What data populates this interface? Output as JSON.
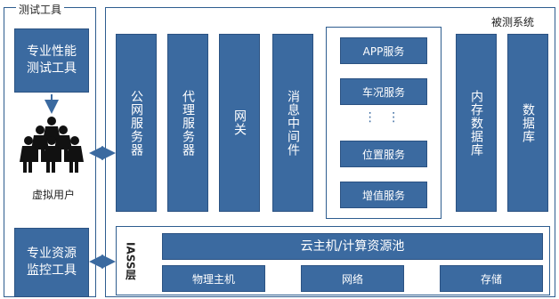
{
  "test_tools": {
    "title": "测试工具",
    "perf_tool": "专业性能测试工具",
    "virtual_users": "虚拟用户",
    "monitor_tool": "专业资源监控工具"
  },
  "sut": {
    "title": "被测系统",
    "public_server": "公网服务器",
    "proxy_server": "代理服务器",
    "gateway": "网关",
    "message_middleware": "消息中间件",
    "services": [
      "APP服务",
      "车况服务",
      "位置服务",
      "增值服务"
    ],
    "services_ellipsis": "⋮ ⋮",
    "memory_db": "内存数据库",
    "database": "数据库",
    "iaas": {
      "label": "IASS层",
      "cloud_pool": "云主机/计算资源池",
      "physical_host": "物理主机",
      "network": "网络",
      "storage": "存储"
    }
  },
  "colors": {
    "box_fill": "#3b6aa0",
    "border": "#2e5d8f",
    "arrow": "#3b6aa0"
  }
}
